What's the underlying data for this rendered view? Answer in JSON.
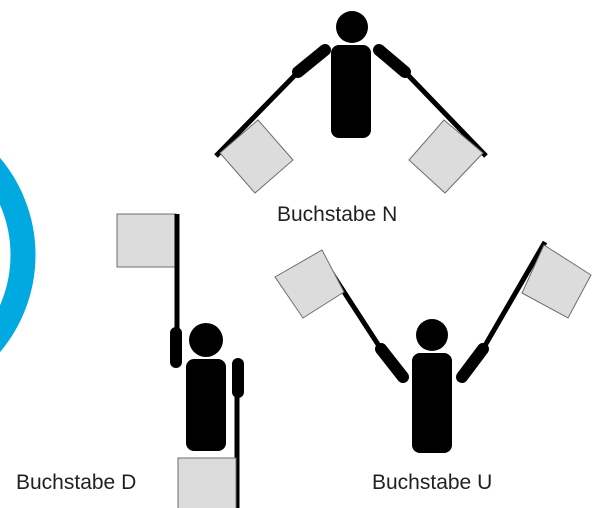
{
  "figures": [
    {
      "id": "n",
      "caption": "Buchstabe N"
    },
    {
      "id": "u",
      "caption": "Buchstabe U"
    },
    {
      "id": "d",
      "caption": "Buchstabe D"
    }
  ],
  "colors": {
    "figure": "#000000",
    "flag_fill": "#dcdcdc",
    "flag_stroke": "#6d6e71",
    "ring": "#00a9e0",
    "text": "#231f20"
  },
  "icons": {
    "person": "semaphore-person-icon",
    "flag": "flag-icon",
    "ring": "blue-ring-decoration"
  }
}
